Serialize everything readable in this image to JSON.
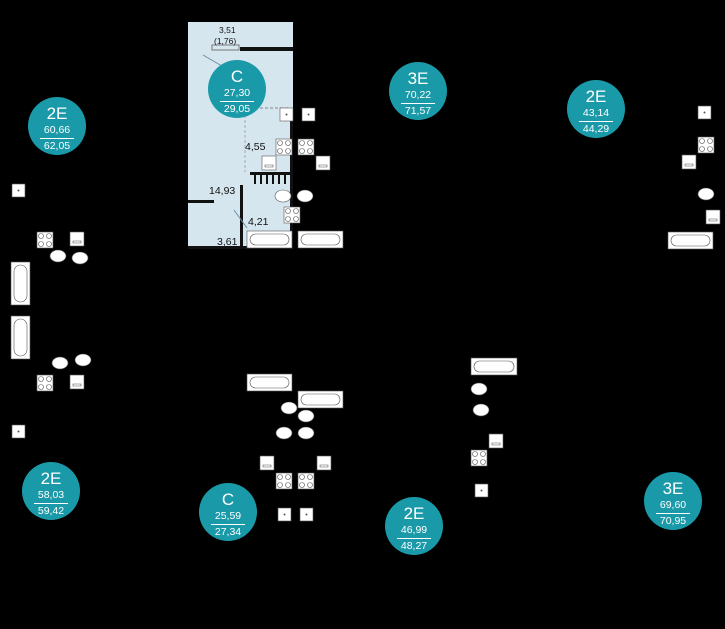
{
  "units": [
    {
      "code": "C",
      "area_living": "27,30",
      "area_total": "29,05"
    },
    {
      "code": "3E",
      "area_living": "70,22",
      "area_total": "71,57"
    },
    {
      "code": "2E",
      "area_living": "43,14",
      "area_total": "44,29"
    },
    {
      "code": "2E",
      "area_living": "60,66",
      "area_total": "62,05"
    },
    {
      "code": "2E",
      "area_living": "58,03",
      "area_total": "59,42"
    },
    {
      "code": "C",
      "area_living": "25,59",
      "area_total": "27,34"
    },
    {
      "code": "2E",
      "area_living": "46,99",
      "area_total": "48,27"
    },
    {
      "code": "3E",
      "area_living": "69,60",
      "area_total": "70,95"
    }
  ],
  "rooms": {
    "loggia": "3,51",
    "loggia_reduced": "(1,76)",
    "kitchen": "4,55",
    "living": "14,93",
    "bath": "4,21",
    "hall": "3,61"
  },
  "colors": {
    "background": "#000000",
    "badge": "#1a9aa8",
    "highlight_unit": "#d6e6ef",
    "fixture": "#ffffff"
  }
}
